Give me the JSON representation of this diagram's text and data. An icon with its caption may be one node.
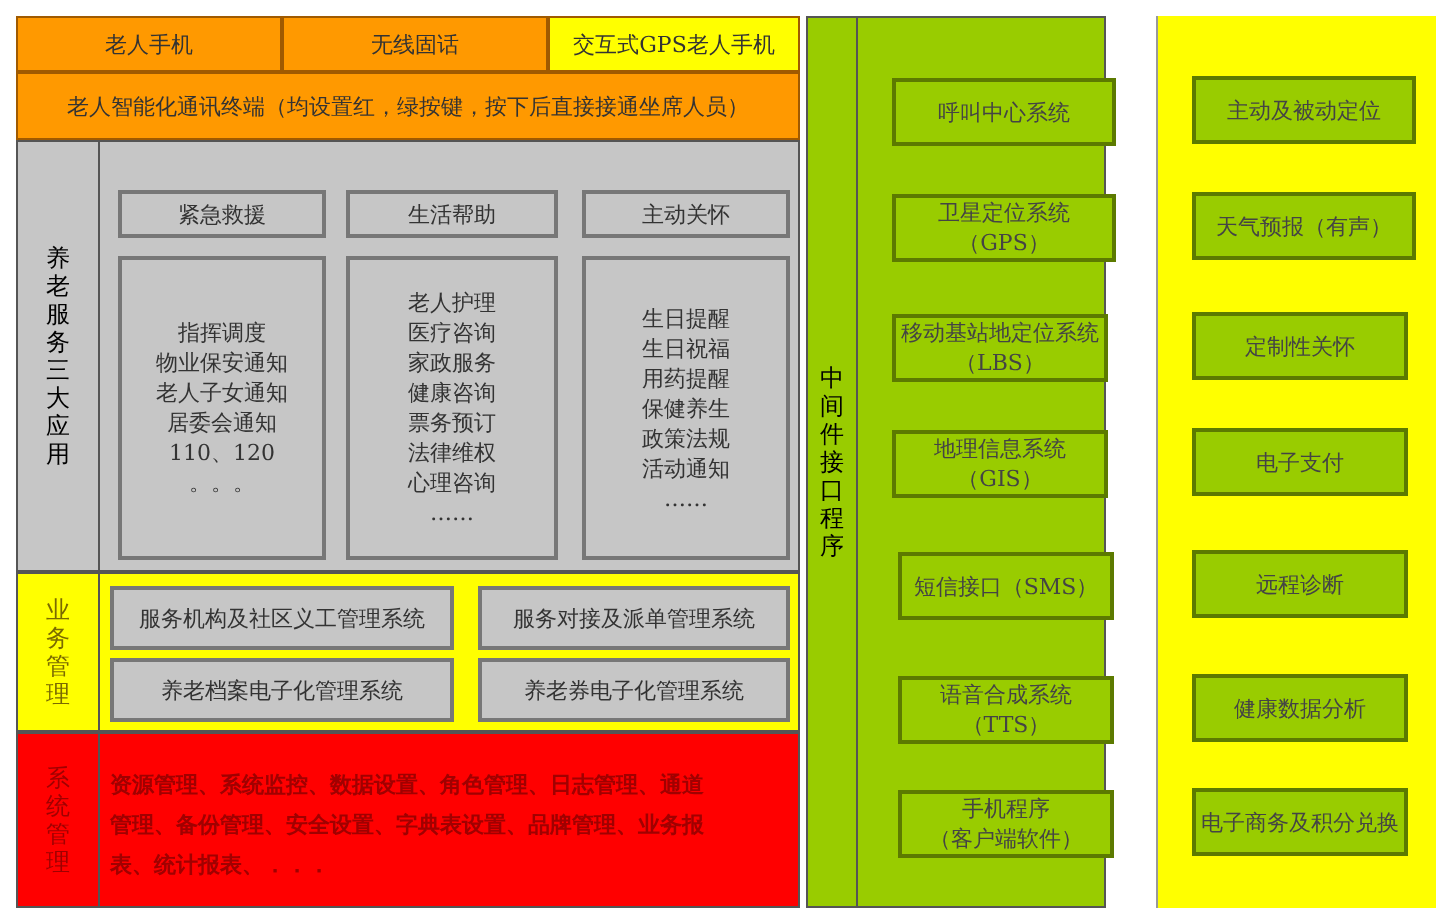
{
  "diagram": {
    "nodes": [
      {
        "text": [
          "老人手机"
        ]
      },
      {
        "text": [
          "无线固话"
        ]
      },
      {
        "text": [
          "交互式GPS老人手机"
        ]
      },
      {
        "text": [
          "老人智能化通讯终端（均设置红，绿按键，按下后直接接通坐席人员）"
        ]
      },
      {
        "text": [
          "养老服务三大应用"
        ]
      },
      {
        "text": [
          "紧急救援"
        ],
        "in": 4
      },
      {
        "text": [
          "生活帮助"
        ],
        "in": 4
      },
      {
        "text": [
          "主动关怀"
        ],
        "in": 4
      },
      {
        "text": [
          "指挥调度",
          "物业保安通知",
          "老人子女通知",
          "居委会通知",
          "110、120",
          "。。。"
        ],
        "in": 4
      },
      {
        "text": [
          "老人护理",
          "医疗咨询",
          "家政服务",
          "健康咨询",
          "票务预订",
          "法律维权",
          "心理咨询",
          "……"
        ],
        "in": 4
      },
      {
        "text": [
          "生日提醒",
          "生日祝福",
          "用药提醒",
          "保健养生",
          "政策法规",
          "活动通知",
          "……"
        ],
        "in": 4
      },
      {
        "text": [
          "业务管理"
        ]
      },
      {
        "text": [
          "服务机构及社区义工管理系统"
        ],
        "in": 11
      },
      {
        "text": [
          "服务对接及派单管理系统"
        ],
        "in": 11
      },
      {
        "text": [
          "养老档案电子化管理系统"
        ],
        "in": 11
      },
      {
        "text": [
          "养老券电子化管理系统"
        ],
        "in": 11
      },
      {
        "text": [
          "系统管理",
          "资源管理、系统监控、数据设置、角色管理、日志管理、通道管理、备份管理、安全设置、字典表设置、品牌管理、业务报表、统计报表、．．．"
        ]
      },
      {
        "text": [
          "中间件接口程序"
        ]
      },
      {
        "text": [
          "呼叫中心系统"
        ],
        "in": 17
      },
      {
        "text": [
          "卫星定位系统（GPS）"
        ],
        "in": 17
      },
      {
        "text": [
          "移动基站地定位系统（LBS）"
        ],
        "in": 17
      },
      {
        "text": [
          "地理信息系统（GIS）"
        ],
        "in": 17
      },
      {
        "text": [
          "短信接口（SMS）"
        ],
        "in": 17
      },
      {
        "text": [
          "语音合成系统（TTS）"
        ],
        "in": 17
      },
      {
        "text": [
          "手机程序（客户端软件）"
        ],
        "in": 17
      },
      {
        "text": [],
        "shape": "box"
      },
      {
        "text": [
          "主动及被动定位"
        ],
        "in": 25
      },
      {
        "text": [
          "天气预报（有声）"
        ],
        "in": 25
      },
      {
        "text": [
          "定制性关怀"
        ],
        "in": 25
      },
      {
        "text": [
          "电子支付"
        ],
        "in": 25
      },
      {
        "text": [
          "远程诊断"
        ],
        "in": 25
      },
      {
        "text": [
          "健康数据分析"
        ],
        "in": 25
      },
      {
        "text": [
          "电子商务及积分兑换"
        ],
        "in": 25
      }
    ],
    "edges": []
  }
}
